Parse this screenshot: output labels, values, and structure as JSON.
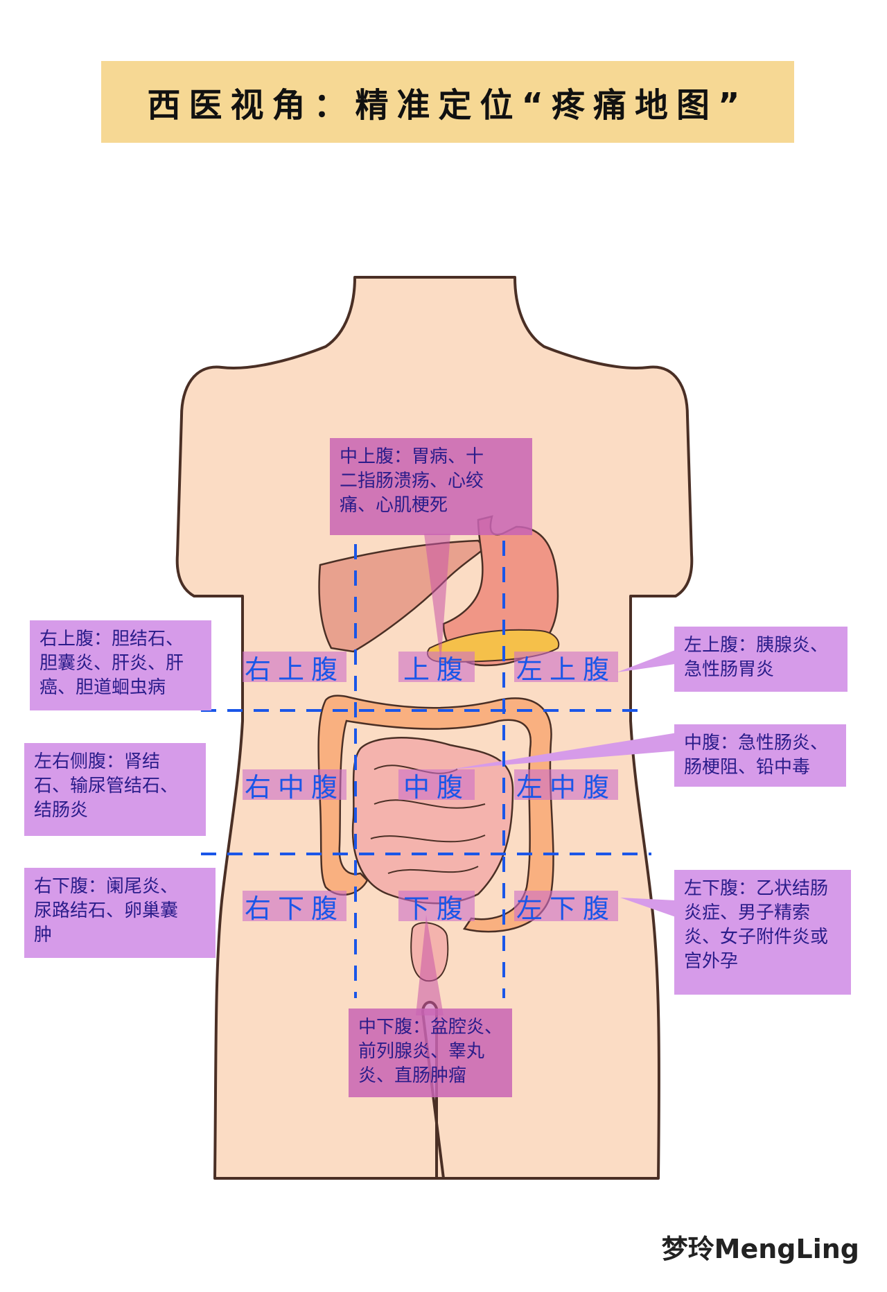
{
  "title": "西医视角：精准定位“疼痛地图”",
  "regions": {
    "right_upper": "右上腹",
    "upper": "上腹",
    "left_upper": "左上腹",
    "right_middle": "右中腹",
    "middle": "中腹",
    "left_middle": "左中腹",
    "right_lower": "右下腹",
    "lower": "下腹",
    "left_lower": "左下腹"
  },
  "info": {
    "mid_upper": [
      "中上腹：胃病、十",
      "二指肠溃疡、心绞",
      "痛、心肌梗死"
    ],
    "right_upper": [
      "右上腹：胆结石、",
      "胆囊炎、肝炎、肝",
      "癌、胆道蛔虫病"
    ],
    "left_upper": [
      "左上腹：胰腺炎、",
      "急性肠胃炎"
    ],
    "sides": [
      "左右侧腹：肾结",
      "石、输尿管结石、",
      "结肠炎"
    ],
    "middle": [
      "中腹：急性肠炎、",
      "肠梗阻、铅中毒"
    ],
    "right_lower": [
      "右下腹：阑尾炎、",
      "尿路结石、卵巢囊",
      "肿"
    ],
    "left_lower": [
      "左下腹：乙状结肠",
      "炎症、男子精索",
      "炎、女子附件炎或",
      "宫外孕"
    ],
    "mid_lower": [
      "中下腹：盆腔炎、",
      "前列腺炎、睾丸",
      "炎、直肠肿瘤"
    ]
  },
  "brand": "梦玲MengLing",
  "colors": {
    "skin": "#fbdcc4",
    "outline": "#4a2f25",
    "banner": "#f6d894",
    "region_text": "#1a56e8",
    "dashed_line": "#1a56e8",
    "info_box": "#d69be9"
  },
  "icons": [
    "torso-figure",
    "liver",
    "stomach",
    "pancreas",
    "large-intestine",
    "small-intestine"
  ]
}
